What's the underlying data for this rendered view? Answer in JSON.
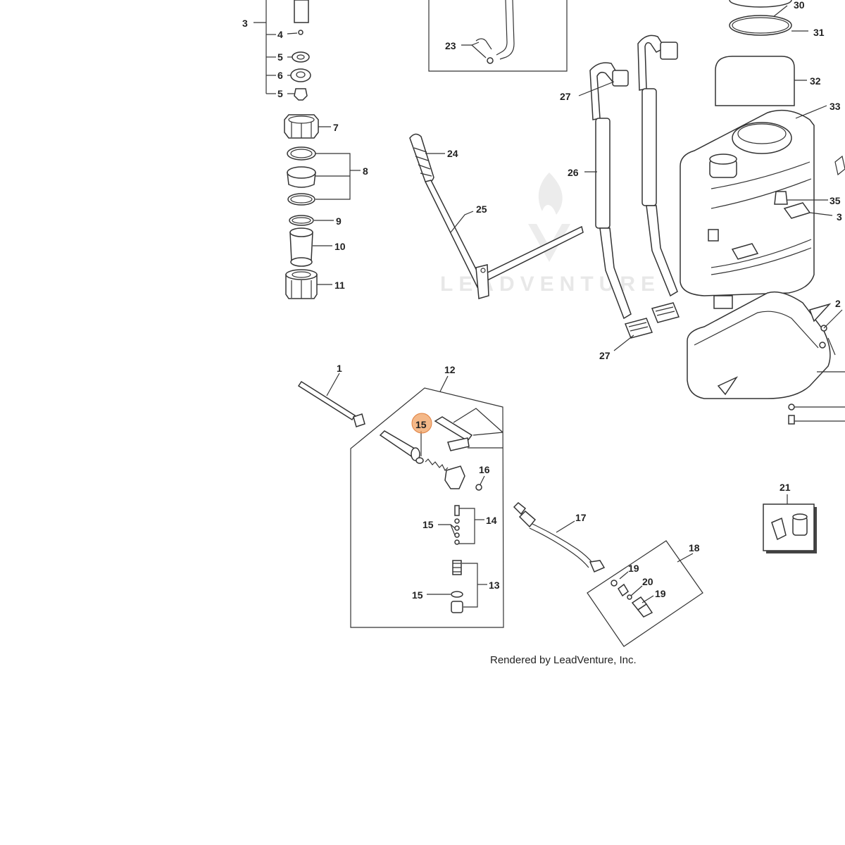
{
  "watermark": "LEADVENTURE",
  "credit": "Rendered by LeadVenture, Inc.",
  "highlight": {
    "label": "15",
    "color": "#f0a060"
  },
  "labels": {
    "l1": "1",
    "l3": "3",
    "l4": "4",
    "l5a": "5",
    "l6": "6",
    "l5b": "5",
    "l7": "7",
    "l8": "8",
    "l9": "9",
    "l10": "10",
    "l11": "11",
    "l12": "12",
    "l13": "13",
    "l14": "14",
    "l15b": "15",
    "l15c": "15",
    "l16": "16",
    "l17": "17",
    "l18": "18",
    "l19a": "19",
    "l19b": "19",
    "l20": "20",
    "l21": "21",
    "l23": "23",
    "l24": "24",
    "l25": "25",
    "l26": "26",
    "l27a": "27",
    "l27b": "27",
    "l30": "30",
    "l31": "31",
    "l32": "32",
    "l33": "33",
    "l35": "35",
    "l3x": "3",
    "l2x": "2"
  }
}
